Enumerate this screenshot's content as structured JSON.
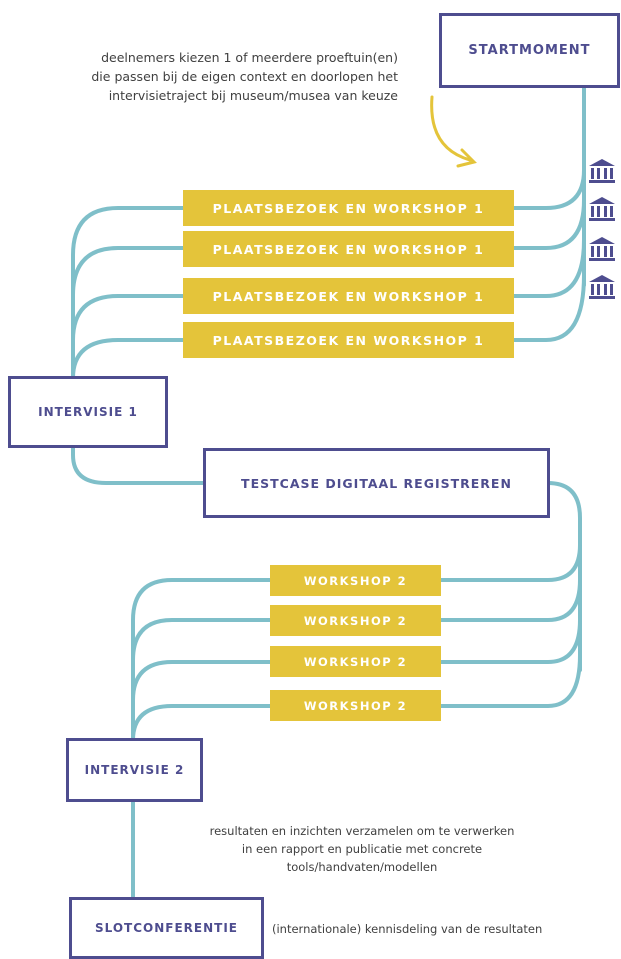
{
  "colors": {
    "line": "#7fbfc9",
    "box_border": "#4e4d8f",
    "yellow": "#e4c43a",
    "arrow": "#e4c43a"
  },
  "start": {
    "label": "STARTMOMENT"
  },
  "intro_note": {
    "line1": "deelnemers kiezen 1 of meerdere proeftuin(en)",
    "line2": "die passen bij de eigen context en doorlopen het",
    "line3": "intervisietraject bij museum/musea van keuze"
  },
  "museum_icons": [
    "museum-icon",
    "museum-icon",
    "museum-icon",
    "museum-icon"
  ],
  "workshops1": [
    {
      "label": "PLAATSBEZOEK EN WORKSHOP 1"
    },
    {
      "label": "PLAATSBEZOEK EN WORKSHOP 1"
    },
    {
      "label": "PLAATSBEZOEK EN WORKSHOP 1"
    },
    {
      "label": "PLAATSBEZOEK EN WORKSHOP 1"
    }
  ],
  "intervisie1": {
    "label": "INTERVISIE 1"
  },
  "testcase": {
    "label": "TESTCASE DIGITAAL REGISTREREN"
  },
  "workshops2": [
    {
      "label": "WORKSHOP 2"
    },
    {
      "label": "WORKSHOP 2"
    },
    {
      "label": "WORKSHOP 2"
    },
    {
      "label": "WORKSHOP 2"
    }
  ],
  "intervisie2": {
    "label": "INTERVISIE 2"
  },
  "results_note": {
    "line1": "resultaten en inzichten verzamelen om te verwerken",
    "line2": "in een rapport en publicatie met concrete",
    "line3": "tools/handvaten/modellen"
  },
  "slot": {
    "label": "SLOTCONFERENTIE"
  },
  "slot_note": {
    "text": "(internationale) kennisdeling van de resultaten"
  }
}
